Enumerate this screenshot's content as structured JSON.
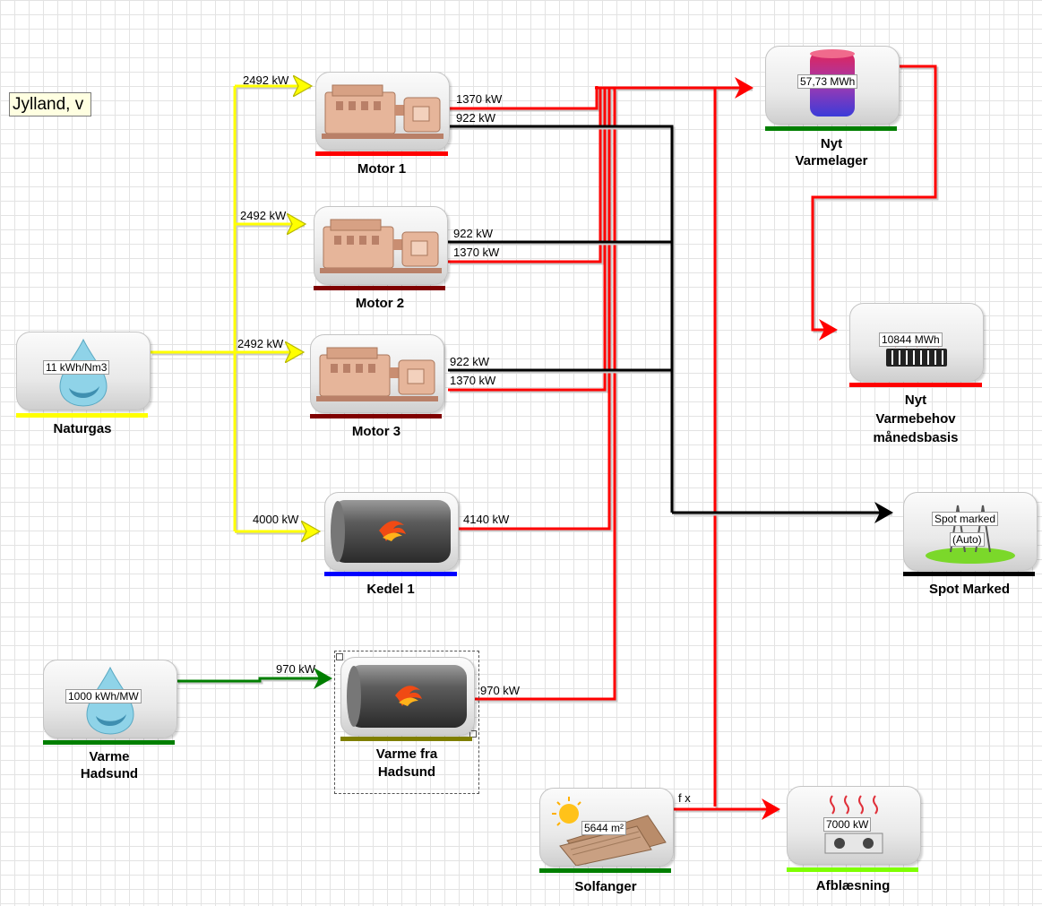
{
  "region_label": "Jylland, v",
  "units": {
    "naturgas": {
      "label": "Naturgas",
      "value": "11 kWh/Nm3",
      "bar_color": "#ffff00"
    },
    "motor1": {
      "label": "Motor 1",
      "bar_color": "#ff0000"
    },
    "motor2": {
      "label": "Motor 2",
      "bar_color": "#7f0000"
    },
    "motor3": {
      "label": "Motor 3",
      "bar_color": "#7f0000"
    },
    "kedel1": {
      "label": "Kedel 1",
      "bar_color": "#0000ff"
    },
    "varme_hadsund": {
      "label_l1": "Varme",
      "label_l2": "Hadsund",
      "value": "1000 kWh/MW",
      "bar_color": "#007f00"
    },
    "varme_fra_hadsund": {
      "label_l1": "Varme fra",
      "label_l2": "Hadsund",
      "bar_color": "#7f7f00"
    },
    "solfanger": {
      "label": "Solfanger",
      "value": "5644 m²",
      "bar_color": "#007f00"
    },
    "varmelager": {
      "label_l1": "Nyt",
      "label_l2": "Varmelager",
      "value": "57,73 MWh",
      "bar_color": "#007f00"
    },
    "varmebehov": {
      "label_l1": "Nyt",
      "label_l2": "Varmebehov",
      "label_l3": "månedsbasis",
      "value": "10844 MWh",
      "bar_color": "#ff0000"
    },
    "spot": {
      "label": "Spot Marked",
      "value_l1": "Spot marked",
      "value_l2": "(Auto)",
      "bar_color": "#000000"
    },
    "afblaesning": {
      "label": "Afblæsning",
      "value": "7000 kW",
      "bar_color": "#7fff00"
    }
  },
  "flows": {
    "gas_motor1": "2492 kW",
    "gas_motor2": "2492 kW",
    "gas_motor3": "2492 kW",
    "gas_kedel1": "4000 kW",
    "motor1_heat": "1370 kW",
    "motor1_power": "922 kW",
    "motor2_power": "922 kW",
    "motor2_heat": "1370 kW",
    "motor3_power": "922 kW",
    "motor3_heat": "1370 kW",
    "kedel1_heat": "4140 kW",
    "hadsund_in": "970 kW",
    "hadsund_heat": "970 kW",
    "solfanger_fx": "f x"
  },
  "colors": {
    "gas_line": "#ffff00",
    "heat_line": "#ff0000",
    "power_line": "#000000",
    "external_heat_line": "#007f00"
  }
}
